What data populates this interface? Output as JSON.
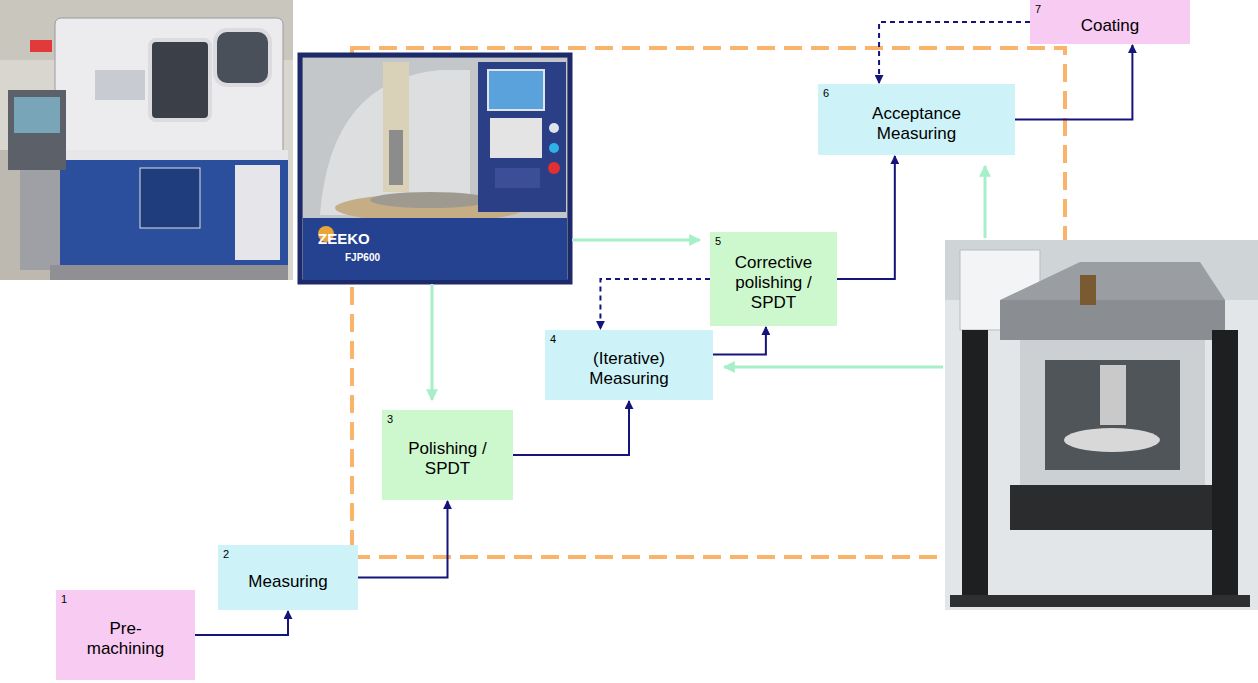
{
  "diagram": {
    "nodes": [
      {
        "text": [
          "7",
          "Coating"
        ]
      },
      {
        "text": [
          "6",
          "Acceptance Measuring"
        ]
      },
      {
        "text": [
          "5",
          "Corrective polishing / SPDT"
        ]
      },
      {
        "text": [
          "4",
          "(Iterative) Measuring"
        ]
      },
      {
        "text": [
          "3",
          "Polishing / SPDT"
        ]
      },
      {
        "text": [
          "2",
          "Measuring"
        ]
      },
      {
        "text": [
          "1",
          "Pre- machining"
        ]
      }
    ],
    "edges": [
      {
        "from": 6,
        "to": 5,
        "arrow": "to"
      },
      {
        "from": 5,
        "to": 4,
        "arrow": "to"
      },
      {
        "from": 4,
        "to": 3,
        "arrow": "to"
      },
      {
        "from": 3,
        "to": 2,
        "arrow": "to"
      },
      {
        "from": 2,
        "to": 3,
        "arrow": "to"
      },
      {
        "from": 2,
        "to": 1,
        "arrow": "to"
      },
      {
        "from": 1,
        "to": 0,
        "arrow": "to"
      },
      {
        "from": 0,
        "to": 1,
        "arrow": "to"
      }
    ],
    "labels": [
      "ZEEKO",
      "FJP600"
    ]
  }
}
